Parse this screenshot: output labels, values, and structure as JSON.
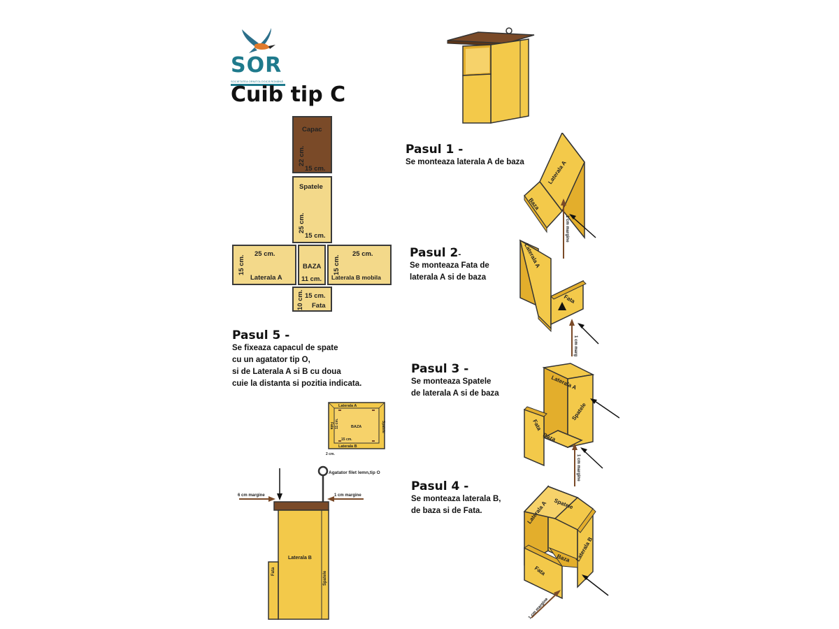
{
  "logo": {
    "text": "SOR",
    "sub": "SOCIETATEA ORNITOLOGICĂ ROMÂNĂ",
    "tag": ""
  },
  "title": "Cuib tip C",
  "net": {
    "capac": {
      "name": "Capac",
      "h": "22 cm.",
      "w": "15 cm."
    },
    "spatele": {
      "name": "Spatele",
      "h": "25 cm.",
      "w": "15 cm."
    },
    "laterala_a": {
      "name": "Laterala A",
      "w": "25 cm.",
      "h": "15 cm."
    },
    "baza": {
      "name": "BAZA",
      "w": "11 cm."
    },
    "laterala_b": {
      "name": "Laterala B mobila",
      "w": "25 cm.",
      "h": "15 cm."
    },
    "fata": {
      "name": "Fata",
      "h": "10 cm.",
      "w": "15 cm."
    }
  },
  "steps": [
    {
      "title": "Pasul 1 -",
      "lines": [
        "Se monteaza laterala A de baza"
      ]
    },
    {
      "title": "Pasul 2",
      "suffix": "-",
      "lines": [
        "Se monteaza Fata de",
        "laterala A si de baza"
      ]
    },
    {
      "title": "Pasul 3 -",
      "lines": [
        "Se monteaza Spatele",
        "de laterala A si de baza"
      ]
    },
    {
      "title": "Pasul 4 -",
      "lines": [
        "Se monteaza laterala B,",
        "de baza si de Fata."
      ]
    },
    {
      "title": "Pasul 5 -",
      "lines": [
        "Se fixeaza capacul de spate",
        "cu un agatator tip O,",
        "si de Laterala A si B cu doua",
        "cuie la distanta si pozitia indicata."
      ]
    }
  ],
  "pieces": {
    "laterala_a": "Laterala A",
    "laterala_b": "Laterala B",
    "baza": "Baza",
    "baza_upper": "BAZA",
    "fata": "Fata",
    "spatele": "Spatele"
  },
  "top_view": {
    "dim_11": "11 cm.",
    "dim_15": "15 cm.",
    "dim_2": "2 cm."
  },
  "margin_labels": {
    "one_cm": "1 cm margine",
    "six_cm": "6 cm margine"
  },
  "hook_label": "Agatator filet lemn,tip O",
  "colors": {
    "wood": "#f3c94a",
    "wood_light": "#f3d98a",
    "lid": "#7a4a28",
    "outline": "#3a3a3a",
    "brand": "#1f7a8c",
    "arrow": "#7a4a28"
  }
}
